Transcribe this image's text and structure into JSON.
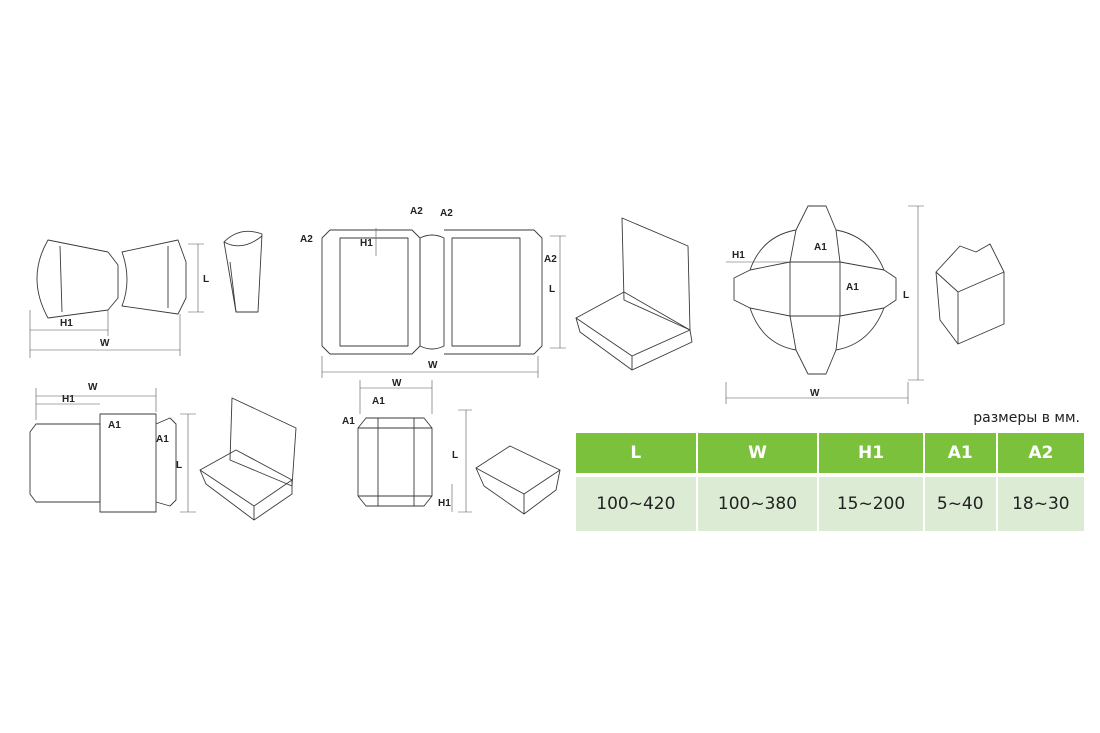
{
  "caption": "размеры в мм.",
  "table": {
    "headers": [
      "L",
      "W",
      "H1",
      "A1",
      "A2"
    ],
    "values": [
      "100~420",
      "100~380",
      "15~200",
      "5~40",
      "18~30"
    ]
  },
  "labels": {
    "L": "L",
    "W": "W",
    "H1": "H1",
    "A1": "A1",
    "A2": "A2"
  },
  "colors": {
    "header_bg": "#7cc13b",
    "cell_bg": "#dcebd3"
  }
}
